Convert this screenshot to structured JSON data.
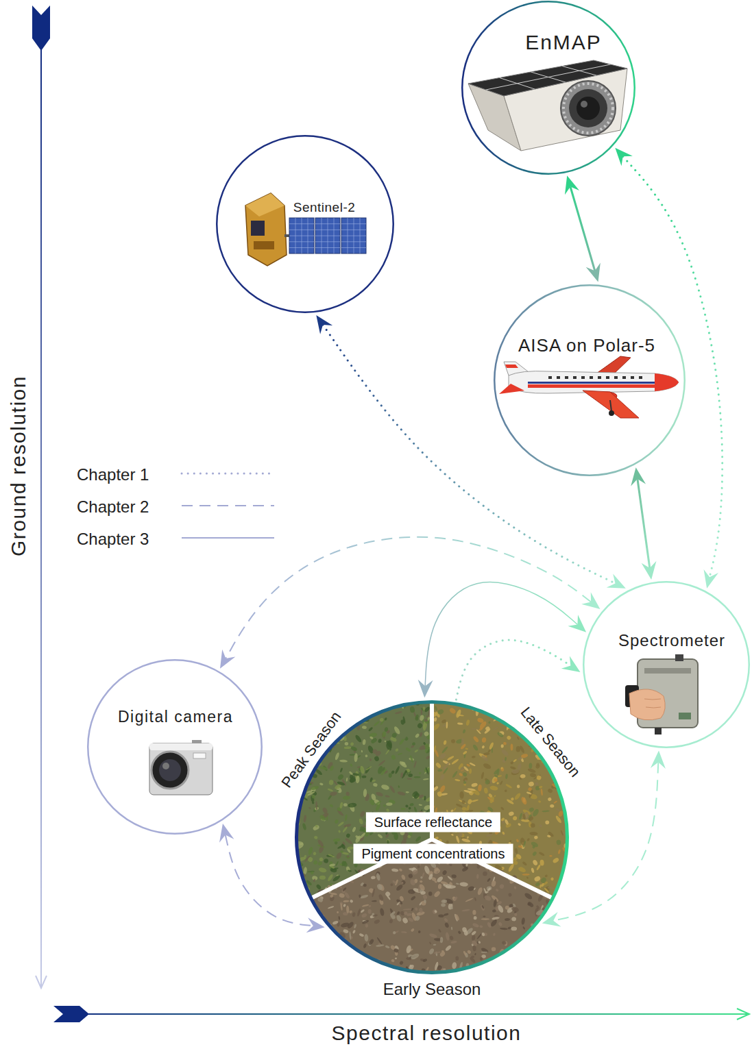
{
  "diagram": {
    "nodes": [
      {
        "text": [
          "EnMAP"
        ]
      },
      {
        "text": [
          "Sentinel-2"
        ]
      },
      {
        "text": [
          "AISA on Polar-5"
        ]
      },
      {
        "text": [
          "Spectrometer"
        ]
      },
      {
        "text": [
          "Digital camera"
        ]
      },
      {
        "text": [
          "Peak Season",
          "Late Season",
          "Early Season"
        ]
      },
      {
        "text": [
          "Surface reflectance"
        ],
        "in": 5
      },
      {
        "text": [
          "Pigment concentrations"
        ],
        "in": 5
      }
    ],
    "edges": [
      {
        "from": 1,
        "to": 3,
        "arrow": "both"
      },
      {
        "from": 0,
        "to": 3,
        "arrow": "both"
      },
      {
        "from": 5,
        "to": 3,
        "arrow": "to"
      },
      {
        "from": 3,
        "to": 4,
        "arrow": "both"
      },
      {
        "from": 4,
        "to": 5,
        "arrow": "both"
      },
      {
        "from": 3,
        "to": 5,
        "arrow": "both"
      },
      {
        "from": 0,
        "to": 2,
        "arrow": "both"
      },
      {
        "from": 2,
        "to": 3,
        "arrow": "both"
      },
      {
        "from": 3,
        "to": 5,
        "arrow": "both"
      }
    ],
    "labels": [
      "Ground resolution",
      "Spectral resolution"
    ],
    "legend": [
      {
        "text": "Chapter 1"
      },
      {
        "text": "Chapter 2"
      },
      {
        "text": "Chapter 3"
      }
    ]
  }
}
